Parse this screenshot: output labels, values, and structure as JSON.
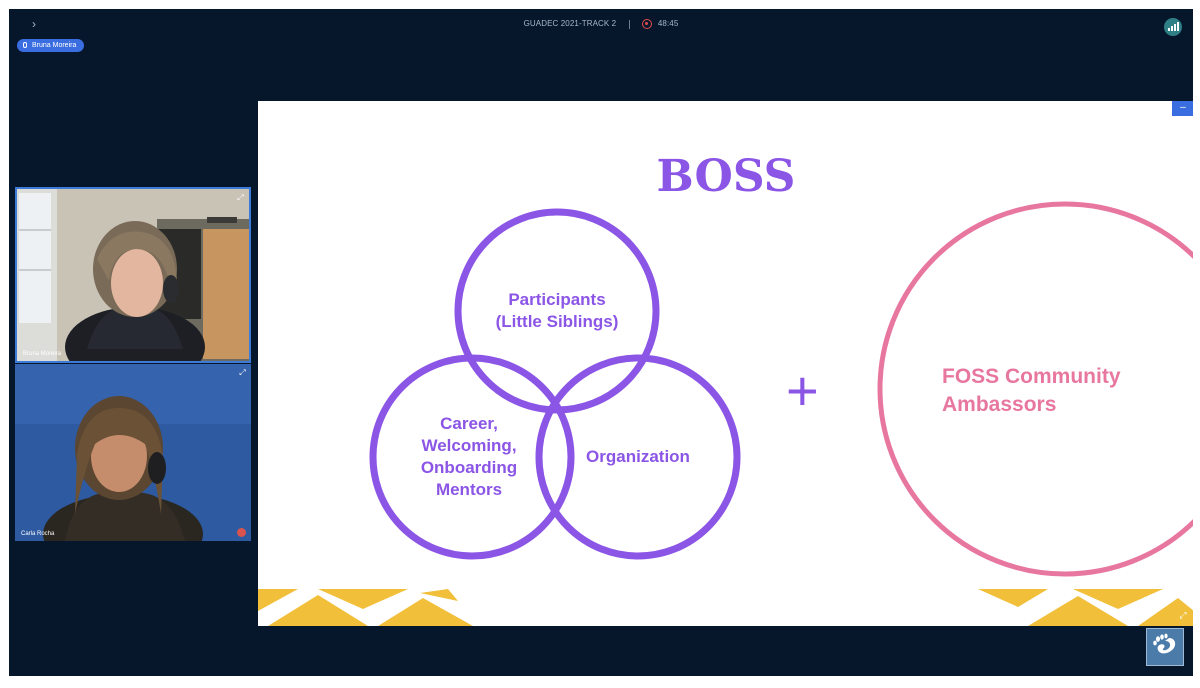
{
  "topbar": {
    "meeting_name": "GUADEC 2021-TRACK 2",
    "recording_time": "48:45",
    "toggle_icon": "chevron-right-icon",
    "signal_icon": "signal-bars-icon"
  },
  "presenter": {
    "name": "Bruna Moreira",
    "icon": "microphone-icon"
  },
  "participants": [
    {
      "name": "Bruna Moreira",
      "talking": true
    },
    {
      "name": "Carla Rocha",
      "muted": true
    }
  ],
  "slide": {
    "title": "BOSS",
    "circle_top_line1": "Participants",
    "circle_top_line2": "(Little Siblings)",
    "circle_left_line1": "Career,",
    "circle_left_line2": "Welcoming,",
    "circle_left_line3": "Onboarding",
    "circle_left_line4": "Mentors",
    "circle_right": "Organization",
    "plus": "+",
    "foss_line1": "FOSS Community",
    "foss_line2": "Ambassors"
  },
  "colors": {
    "background": "#06172c",
    "accent": "#3a6ee0",
    "purple": "#8b55e6",
    "pink": "#e8779f",
    "gold": "#f1bf3a",
    "recording": "#e34b4b"
  }
}
